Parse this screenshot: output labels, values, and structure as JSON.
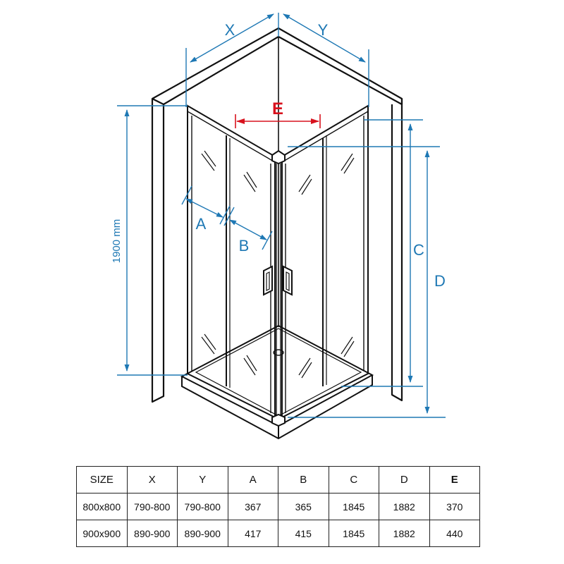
{
  "drawing": {
    "dim_x": "X",
    "dim_y": "Y",
    "dim_e": "E",
    "dim_a": "A",
    "dim_b": "B",
    "dim_c": "C",
    "dim_d": "D",
    "height_label": "1900 mm",
    "line_color": "#111111",
    "dim_color": "#1e78b4",
    "accent_color": "#d8121e"
  },
  "table": {
    "header": [
      "SIZE",
      "X",
      "Y",
      "A",
      "B",
      "C",
      "D",
      "E"
    ],
    "rows": [
      [
        "800x800",
        "790-800",
        "790-800",
        "367",
        "365",
        "1845",
        "1882",
        "370"
      ],
      [
        "900x900",
        "890-900",
        "890-900",
        "417",
        "415",
        "1845",
        "1882",
        "440"
      ]
    ]
  }
}
